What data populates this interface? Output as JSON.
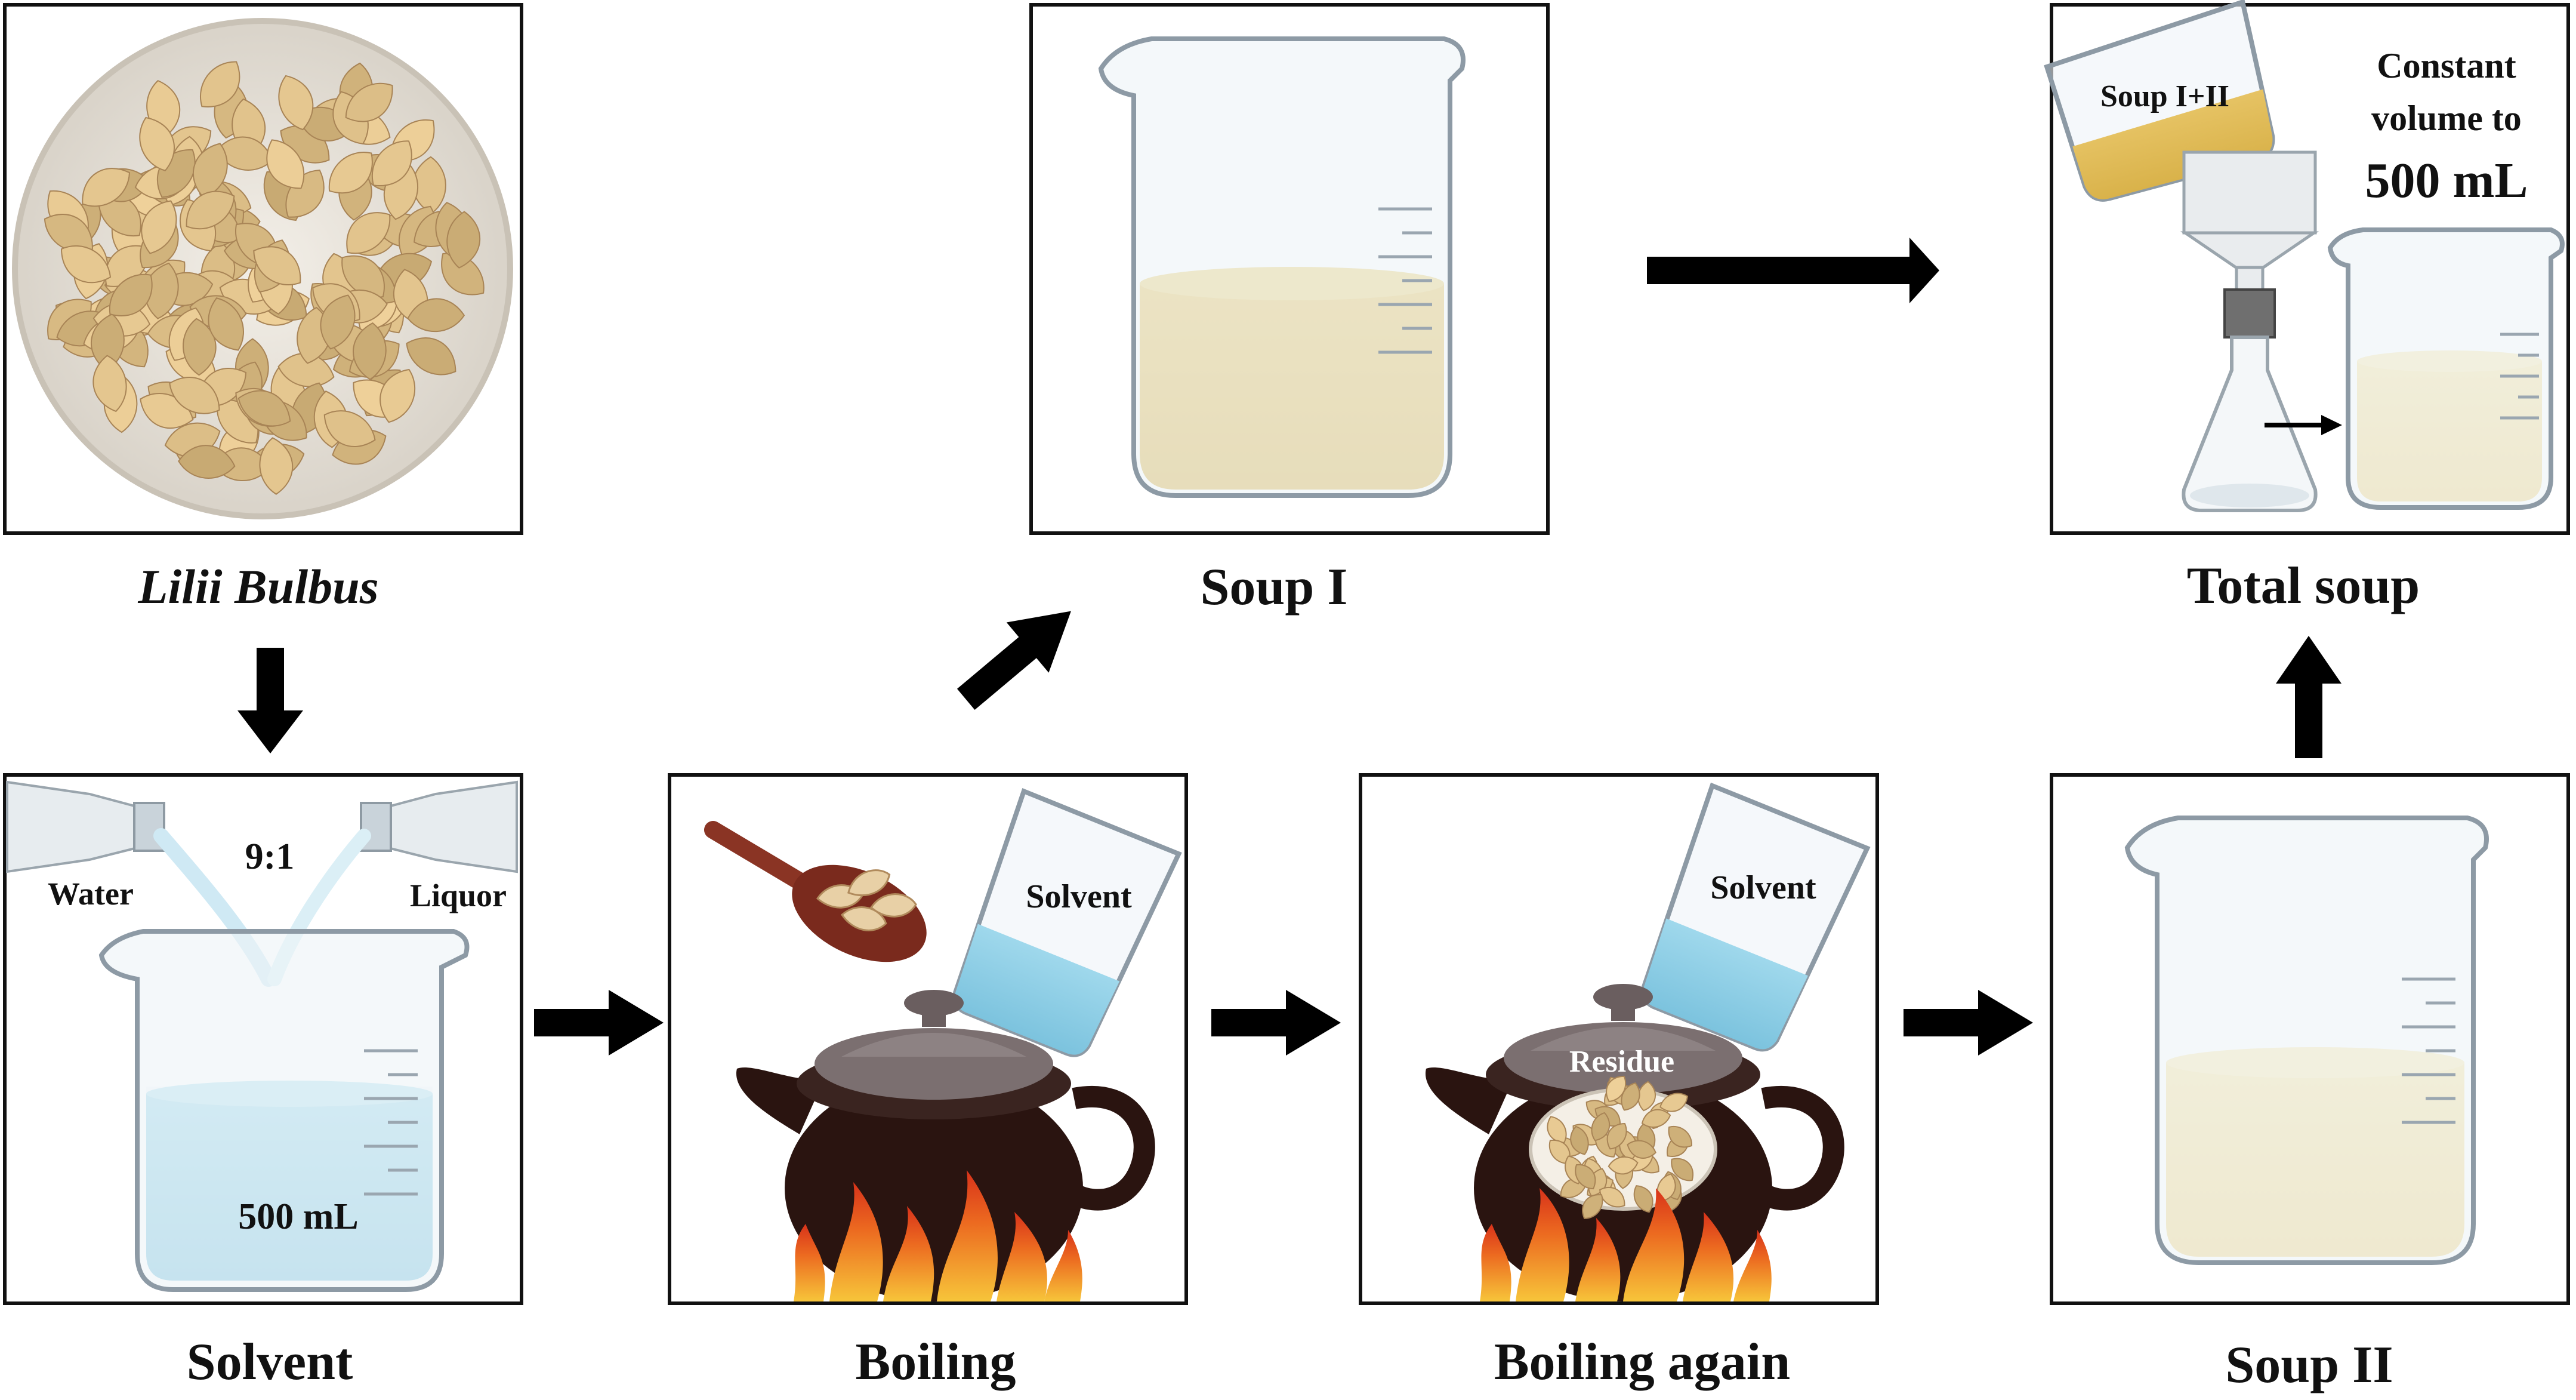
{
  "captions": {
    "lilii": "Lilii Bulbus",
    "solvent": "Solvent",
    "boiling": "Boiling",
    "boiling_again": "Boiling again",
    "soup_i": "Soup I",
    "soup_ii": "Soup II",
    "total": "Total soup"
  },
  "labels": {
    "water": "Water",
    "ratio": "9:1",
    "liquor": "Liquor",
    "volume": "500 mL",
    "solvent_cup_1": "Solvent",
    "solvent_cup_2": "Solvent",
    "residue": "Residue",
    "soup_mix": "Soup I+II",
    "constant_1": "Constant",
    "constant_2": "volume to",
    "constant_3": "500 mL"
  },
  "colors": {
    "water": "#8fd0e6",
    "soup_i": "#e1bd5a",
    "soup_ii": "#f2da95",
    "pot": "#2a1410",
    "lid": "#7b6f70",
    "flame": "#e8531d",
    "lily": "#e6cda2"
  }
}
